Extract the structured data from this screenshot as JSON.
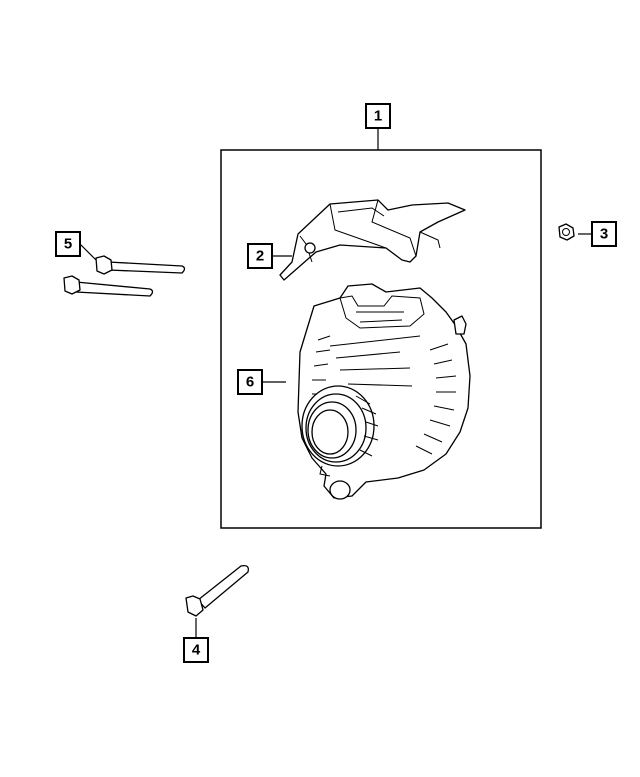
{
  "callouts": {
    "assembly": "1",
    "bracket": "2",
    "nut": "3",
    "bolt_lower": "4",
    "bolts_upper": "5",
    "alternator": "6"
  }
}
